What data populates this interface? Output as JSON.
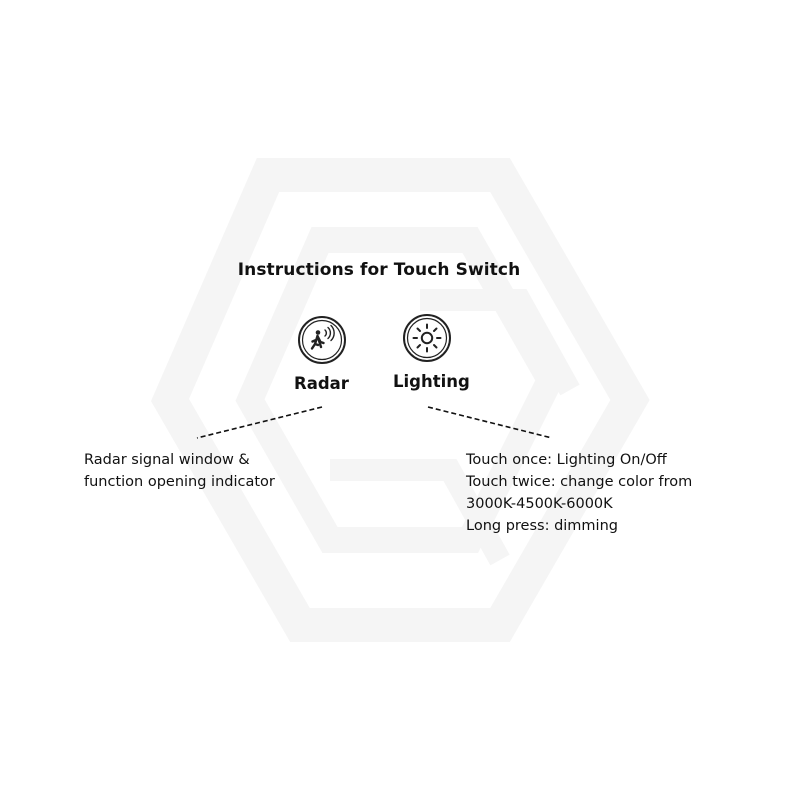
{
  "title": "Instructions for Touch Switch",
  "radar": {
    "label": "Radar",
    "icon": "radar-person-icon",
    "description": [
      "Radar signal window &",
      "function opening indicator"
    ]
  },
  "lighting": {
    "label": "Lighting",
    "icon": "sun-icon",
    "description": [
      "Touch once: Lighting On/Off",
      "Touch twice: change color from",
      "3000K-4500K-6000K",
      "Long press: dimming"
    ]
  },
  "colors": {
    "text": "#111111",
    "icon_stroke": "#222222",
    "watermark": "#f4f4f4"
  }
}
